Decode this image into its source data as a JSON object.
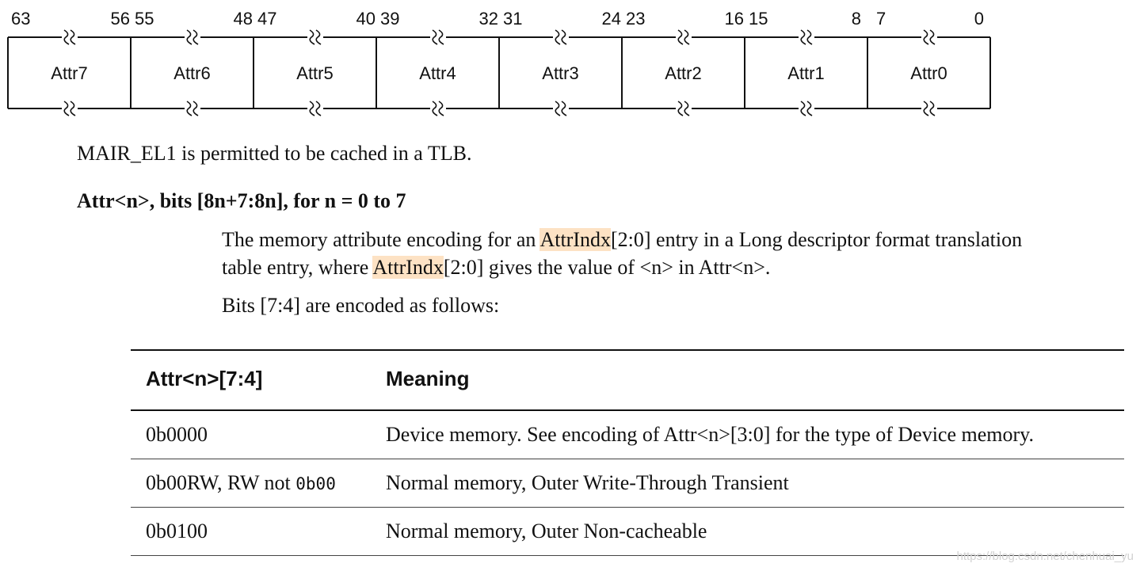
{
  "register": {
    "fields": [
      {
        "name": "Attr7",
        "msb": "63",
        "lsb": "56"
      },
      {
        "name": "Attr6",
        "msb": "55",
        "lsb": "48"
      },
      {
        "name": "Attr5",
        "msb": "47",
        "lsb": "40"
      },
      {
        "name": "Attr4",
        "msb": "39",
        "lsb": "32"
      },
      {
        "name": "Attr3",
        "msb": "31",
        "lsb": "24"
      },
      {
        "name": "Attr2",
        "msb": "23",
        "lsb": "16"
      },
      {
        "name": "Attr1",
        "msb": "15",
        "lsb": "8"
      },
      {
        "name": "Attr0",
        "msb": "7",
        "lsb": "0"
      }
    ]
  },
  "tlb_note": "MAIR_EL1 is permitted to be cached in a TLB.",
  "field_heading": "Attr<n>, bits [8n+7:8n], for n = 0 to 7",
  "description": {
    "line1_a": "The memory attribute encoding for an ",
    "line1_link": "AttrIndx",
    "line1_b": "[2:0] entry in a Long descriptor format translation",
    "line2_a": "table entry, where ",
    "line2_link": "AttrIndx",
    "line2_b": "[2:0] gives the value of <n> in Attr<n>."
  },
  "bits_intro": "Bits [7:4] are encoded as follows:",
  "table": {
    "headers": [
      "Attr<n>[7:4]",
      "Meaning"
    ],
    "rows": [
      {
        "code": "0b0000",
        "code_suffix": "",
        "meaning": "Device memory. See encoding of Attr<n>[3:0] for the type of Device memory."
      },
      {
        "code_prefix": "0b00RW, RW not ",
        "code": "0b00",
        "meaning": "Normal memory, Outer Write-Through Transient"
      },
      {
        "code": "0b0100",
        "code_suffix": "",
        "meaning": "Normal memory, Outer Non-cacheable"
      }
    ]
  },
  "watermark": "https://blog.csdn.net/chenhuai_yu"
}
